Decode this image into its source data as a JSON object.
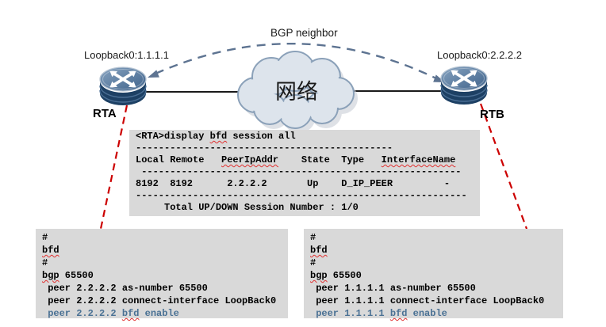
{
  "colors": {
    "box_background": "#d9d9d9",
    "highlight_config_text": "#4a7194",
    "red_callout_line": "#cc0000",
    "bgp_arc": "#5d7391",
    "router_body": "#1d4064",
    "router_top": "#527498",
    "cloud_fill": "#dde4ec",
    "cloud_stroke": "#8ba1b9"
  },
  "diagram": {
    "bgp_neighbor_label": "BGP neighbor",
    "cloud_label": "网络",
    "rta": {
      "name": "RTA",
      "loopback": "Loopback0:1.1.1.1"
    },
    "rtb": {
      "name": "RTB",
      "loopback": "Loopback0:2.2.2.2"
    }
  },
  "session_output": {
    "cmd_pre": "<RTA>display ",
    "cmd_bfd": "bfd",
    "cmd_post": " session all",
    "divider1": "---------------------------------------------",
    "header_pre": "Local Remote   ",
    "header_peeripaddr": "PeerIpAddr",
    "header_mid": "    State  Type   ",
    "header_interfacename": "InterfaceName",
    "divider2": " --------------------------------------------------------",
    "session_row": "8192  8192      2.2.2.2       Up    D_IP_PEER         -",
    "divider3": "----------------------------------------------------------",
    "total_line": "     Total UP/DOWN Session Number : 1/0"
  },
  "rta_config": {
    "line1": "#",
    "line2_bfd": "bfd",
    "line3": "#",
    "line4_bgp": "bgp",
    "line4_rest": " 65500",
    "line5": " peer 2.2.2.2 as-number 65500",
    "line6": " peer 2.2.2.2 connect-interface LoopBack0",
    "line7_pre": " peer 2.2.2.2 ",
    "line7_bfd": "bfd",
    "line7_post": " enable"
  },
  "rtb_config": {
    "line1": "#",
    "line2_bfd": "bfd",
    "line3": "#",
    "line4_bgp": "bgp",
    "line4_rest": " 65500",
    "line5": " peer 1.1.1.1 as-number 65500",
    "line6": " peer 1.1.1.1 connect-interface LoopBack0",
    "line7_pre": " peer 1.1.1.1 ",
    "line7_bfd": "bfd",
    "line7_post": " enable"
  }
}
